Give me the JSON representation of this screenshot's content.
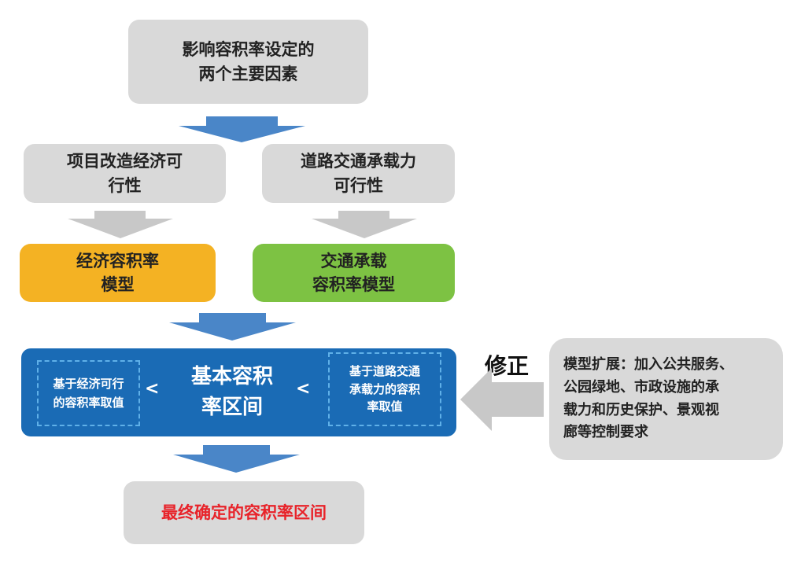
{
  "top": {
    "line1": "影响容积率设定的",
    "line2": "两个主要因素"
  },
  "factor_left": {
    "line1": "项目改造经济可",
    "line2": "行性"
  },
  "factor_right": {
    "line1": "道路交通承载力",
    "line2": "可行性"
  },
  "model_left": {
    "line1": "经济容积率",
    "line2": "模型"
  },
  "model_right": {
    "line1": "交通承载",
    "line2": "容积率模型"
  },
  "basic": {
    "line1": "基本容积",
    "line2": "率区间",
    "left_line1": "基于经济可行",
    "left_line2": "的容积率取值",
    "right_line1": "基于道路交通",
    "right_line2": "承载力的容积",
    "right_line3": "率取值",
    "lt": "<"
  },
  "correction_label": "修正",
  "extension": {
    "line1": "模型扩展：加入公共服务、",
    "line2": "公园绿地、市政设施的承",
    "line3": "载力和历史保护、景观视",
    "line4": "廊等控制要求"
  },
  "final": "最终确定的容积率区间",
  "colors": {
    "gray": "#d9d9d9",
    "orange": "#f4b223",
    "green": "#7dc243",
    "blue": "#1a6bb5",
    "red": "#e8232a",
    "arrow_blue": "#4a86c8"
  }
}
